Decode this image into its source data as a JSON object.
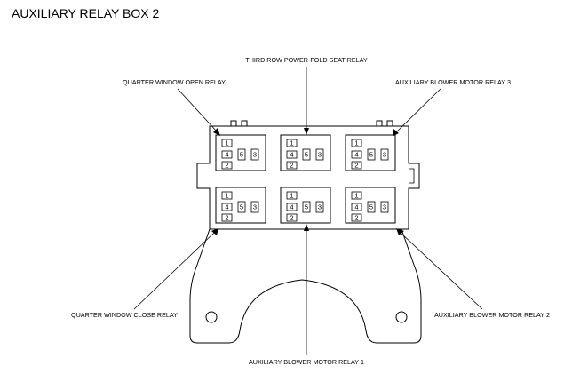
{
  "title": "AUXILIARY RELAY BOX 2",
  "labels": {
    "third_row": "THIRD ROW POWER-FOLD SEAT RELAY",
    "quarter_open": "QUARTER WINDOW OPEN RELAY",
    "blower3": "AUXILIARY BLOWER MOTOR RELAY 3",
    "quarter_close": "QUARTER WINDOW CLOSE RELAY",
    "blower1": "AUXILIARY BLOWER MOTOR RELAY 1",
    "blower2": "AUXILIARY BLOWER MOTOR RELAY 2"
  },
  "terminals": [
    "1",
    "4",
    "5",
    "3",
    "2"
  ]
}
